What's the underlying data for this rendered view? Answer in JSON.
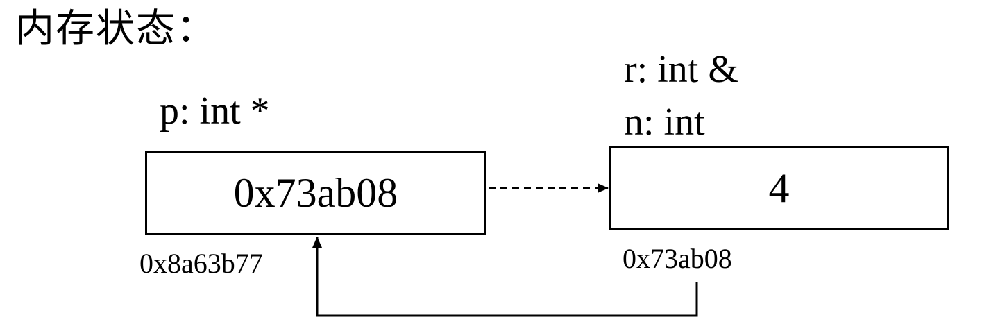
{
  "title": "内存状态：",
  "pointer_var": {
    "label": "p: int *",
    "value": "0x73ab08",
    "address": "0x8a63b77"
  },
  "target_var": {
    "alias_label": "r: int &",
    "label": "n: int",
    "value": "4",
    "address": "0x73ab08"
  },
  "colors": {
    "stroke": "#000000",
    "background": "#ffffff"
  }
}
